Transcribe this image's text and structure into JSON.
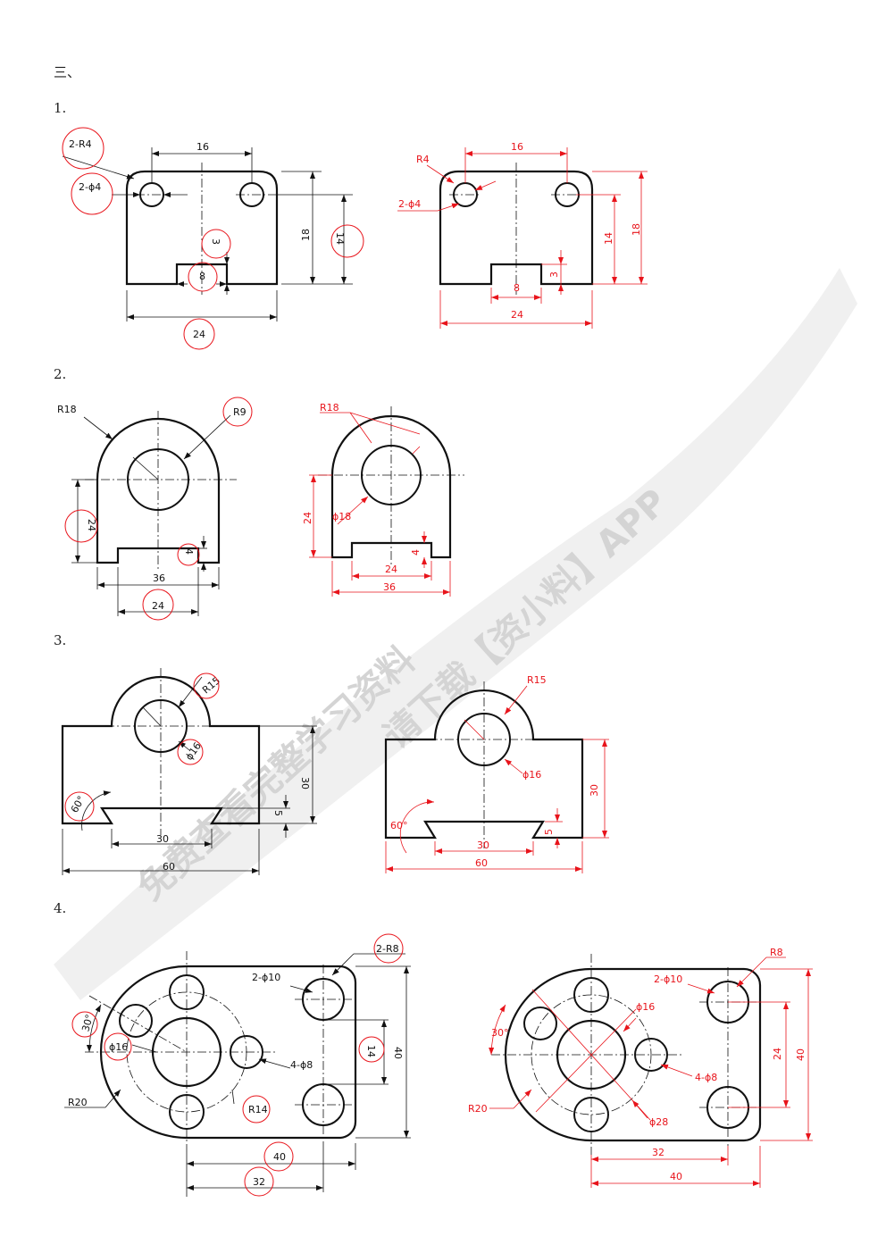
{
  "header": "三、",
  "sections": [
    "1.",
    "2.",
    "3.",
    "4."
  ],
  "colors": {
    "outline": "#111111",
    "dimension": "#e8141b",
    "watermark": "#cfcfcf"
  },
  "watermark": {
    "line1": "免费查看完整学习资料",
    "line2": "请下载【资小料】APP"
  },
  "p1": {
    "left": {
      "a": "2-R4",
      "b": "2-ϕ4",
      "c": "16",
      "d": "3",
      "e": "8",
      "f": "18",
      "g": "14",
      "h": "24"
    },
    "right": {
      "a": "R4",
      "b": "2-ϕ4",
      "c": "16",
      "d": "14",
      "e": "18",
      "f": "3",
      "g": "8",
      "h": "24"
    }
  },
  "p2": {
    "left": {
      "a": "R18",
      "b": "R9",
      "c": "24",
      "d": "4",
      "e": "36",
      "f": "24"
    },
    "right": {
      "a": "R18",
      "b": "ϕ18",
      "c": "24",
      "d": "4",
      "e": "24",
      "f": "36"
    }
  },
  "p3": {
    "left": {
      "a": "R15",
      "b": "ϕ16",
      "c": "60°",
      "d": "30",
      "e": "5",
      "f": "30",
      "g": "60"
    },
    "right": {
      "a": "R15",
      "b": "ϕ16",
      "c": "60°",
      "d": "30",
      "e": "5",
      "f": "30",
      "g": "60"
    }
  },
  "p4": {
    "left": {
      "a": "2-R8",
      "b": "2-ϕ10",
      "c": "30°",
      "d": "ϕ16",
      "e": "4-ϕ8",
      "f": "14",
      "g": "40",
      "h": "R20",
      "i": "R14",
      "j": "40",
      "k": "32"
    },
    "right": {
      "a": "R8",
      "b": "2-ϕ10",
      "c": "ϕ16",
      "d": "30°",
      "e": "4-ϕ8",
      "f": "24",
      "g": "40",
      "h": "R20",
      "i": "ϕ28",
      "j": "32",
      "k": "40"
    }
  }
}
